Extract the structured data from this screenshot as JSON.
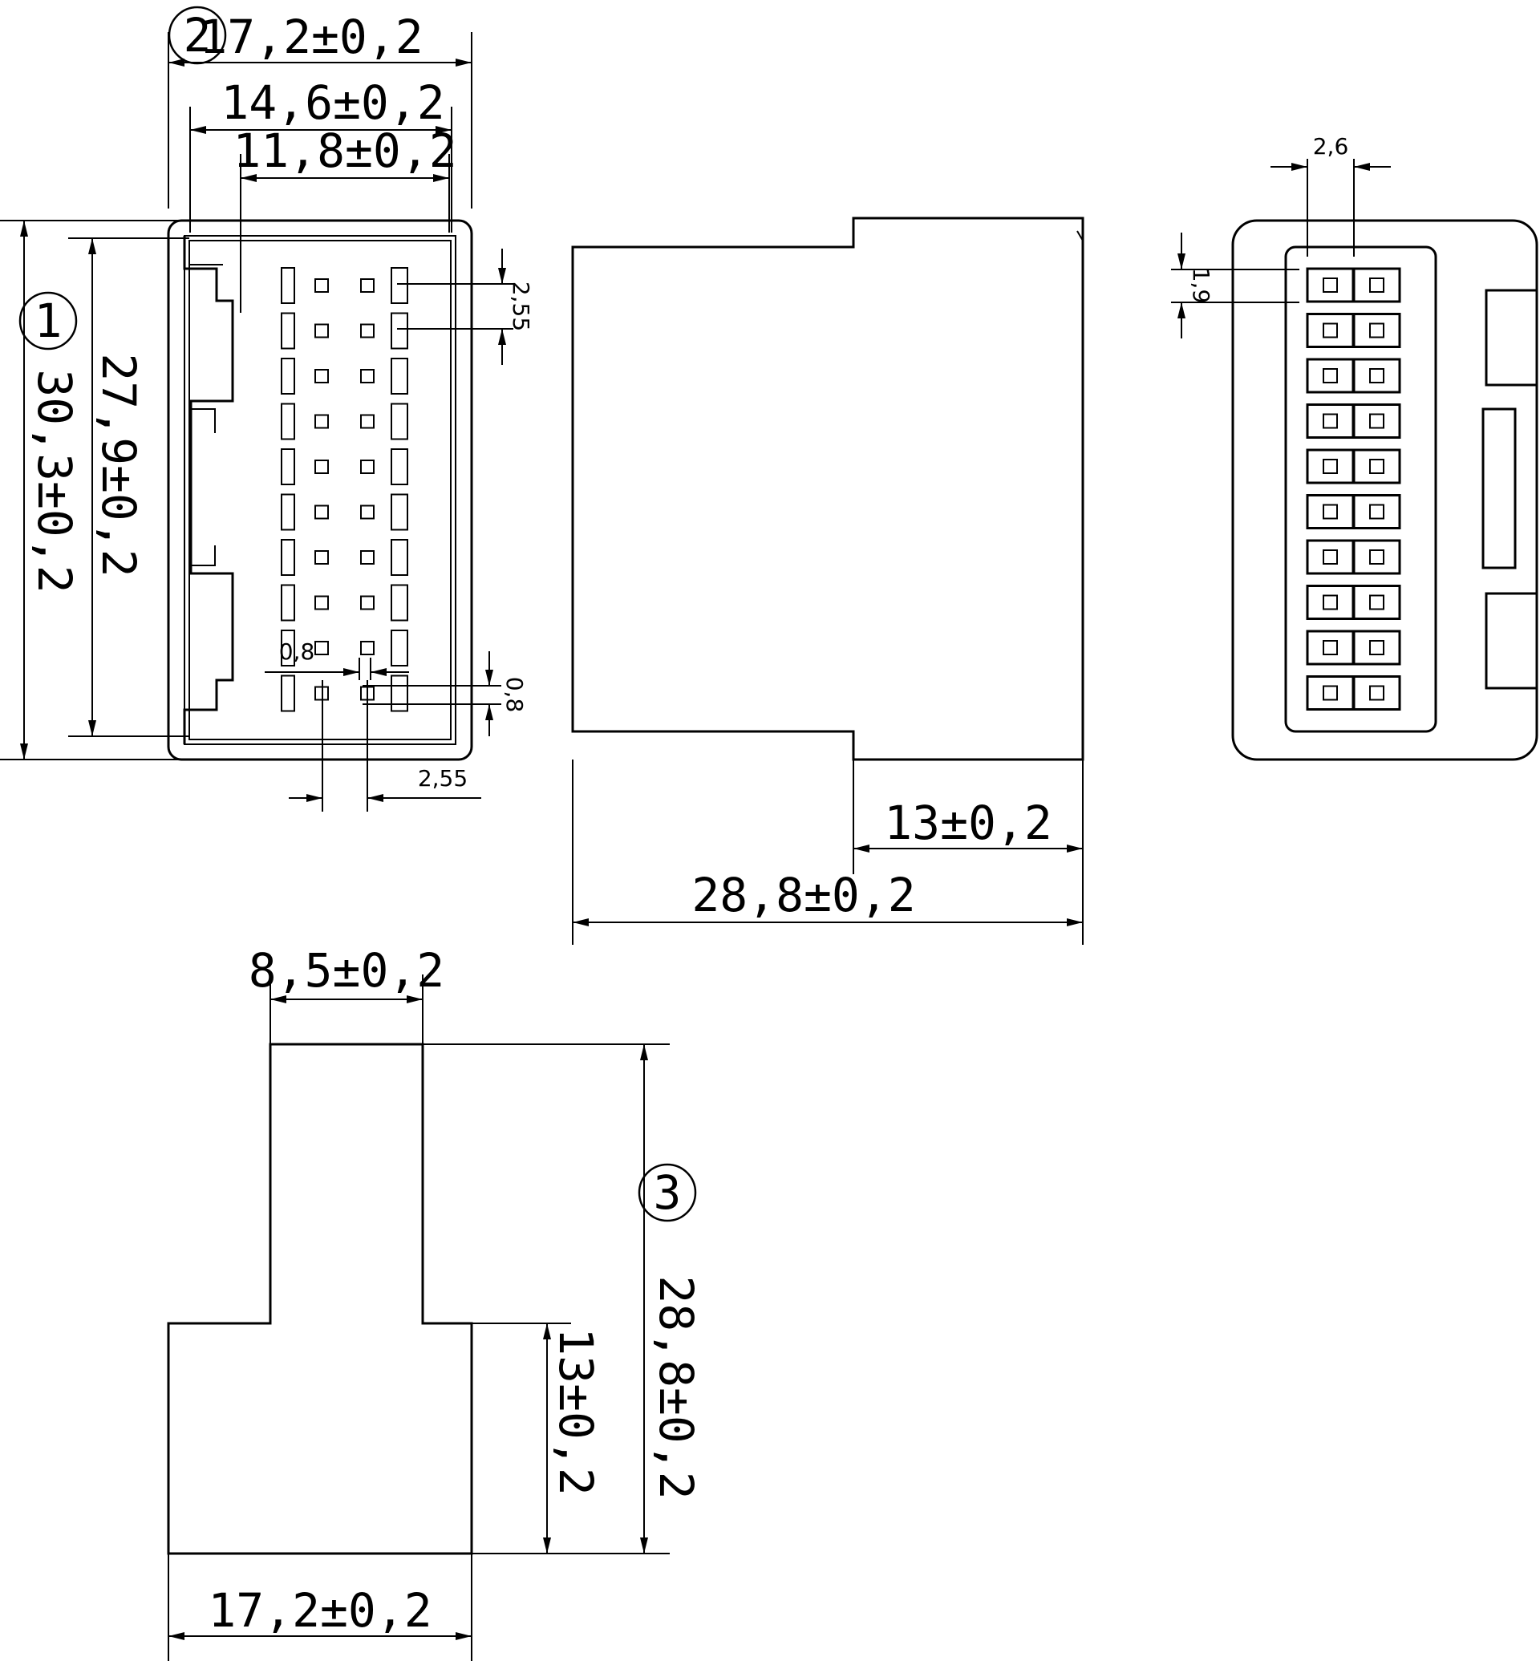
{
  "dimensions": {
    "overall_width": "17,2±0,2",
    "inner_width": "14,6±0,2",
    "core_width": "11,8±0,2",
    "overall_height": "30,3±0,2",
    "inner_height": "27,9±0,2",
    "pin_pitch_vertical": "2,55",
    "pin_pitch_horizontal": "2,55",
    "pin_size_horizontal": "0,8",
    "pin_size_vertical": "0,8",
    "side_body_length": "28,8±0,2",
    "side_step_length": "13±0,2",
    "rear_pitch": "2,6",
    "rear_pin": "1,9",
    "bottom_top_width": "8,5±0,2",
    "bottom_base_width": "17,2±0,2",
    "bottom_height": "28,8±0,2",
    "bottom_step_height": "13±0,2"
  },
  "callouts": {
    "one": "1",
    "two": "2",
    "three": "3"
  }
}
